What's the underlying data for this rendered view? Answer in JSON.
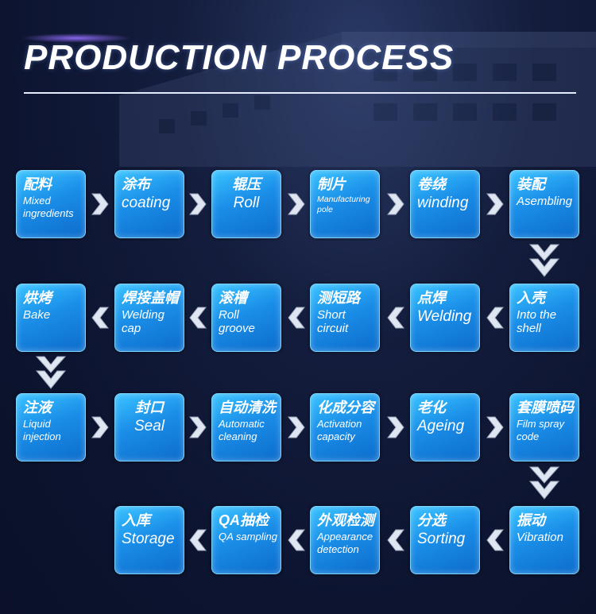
{
  "title": "PRODUCTION PROCESS",
  "steps": [
    {
      "cn": "配料",
      "en": "Mixed ingredients"
    },
    {
      "cn": "涂布",
      "en": "coating"
    },
    {
      "cn": "辊压",
      "en": "Roll"
    },
    {
      "cn": "制片",
      "en": "Manufacturing pole"
    },
    {
      "cn": "卷绕",
      "en": "winding"
    },
    {
      "cn": "装配",
      "en": "Asembling"
    },
    {
      "cn": "入壳",
      "en": "Into the shell"
    },
    {
      "cn": "点焊",
      "en": "Welding"
    },
    {
      "cn": "测短路",
      "en": "Short circuit"
    },
    {
      "cn": "滚槽",
      "en": "Roll groove"
    },
    {
      "cn": "焊接盖帽",
      "en": "Welding cap"
    },
    {
      "cn": "烘烤",
      "en": "Bake"
    },
    {
      "cn": "注液",
      "en": "Liquid injection"
    },
    {
      "cn": "封口",
      "en": "Seal"
    },
    {
      "cn": "自动清洗",
      "en": "Automatic cleaning"
    },
    {
      "cn": "化成分容",
      "en": "Activation capacity"
    },
    {
      "cn": "老化",
      "en": "Ageing"
    },
    {
      "cn": "套膜喷码",
      "en": "Film spray code"
    },
    {
      "cn": "振动",
      "en": "Vibration"
    },
    {
      "cn": "分选",
      "en": "Sorting"
    },
    {
      "cn": "外观检测",
      "en": "Appearance detection"
    },
    {
      "cn": "QA抽检",
      "en": "QA sampling"
    },
    {
      "cn": "入库",
      "en": "Storage"
    }
  ]
}
